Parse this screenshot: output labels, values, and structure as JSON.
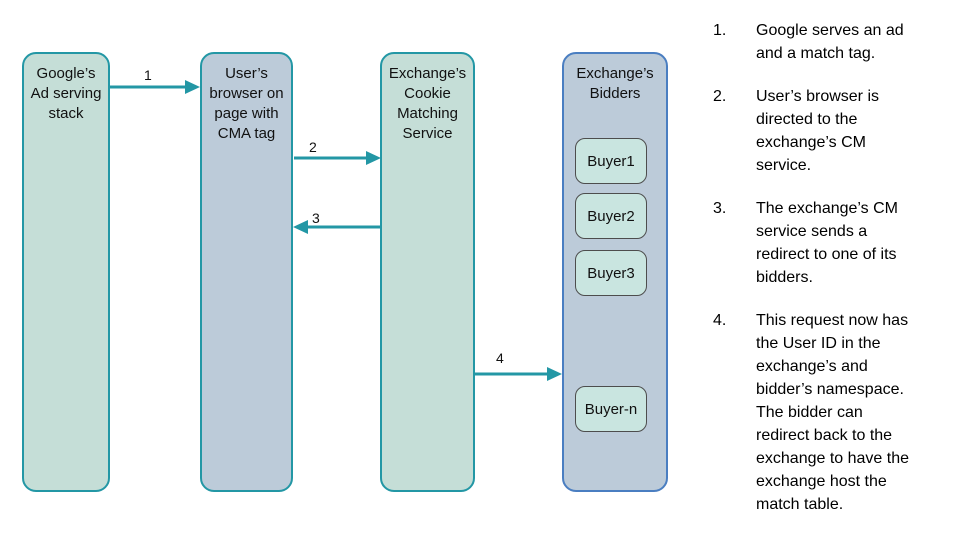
{
  "colors": {
    "teal_border": "#2397a5",
    "blue_border": "#4a7ec1",
    "green_fill": "#c5ded7",
    "blue_fill": "#bccbd9",
    "buyer_fill": "#c9e5e0",
    "buyer_border": "#4d4d4d",
    "arrow": "#2397a5",
    "text": "#111111"
  },
  "diagram": {
    "nodes": [
      {
        "title": "Google’s\nAd serving\nstack"
      },
      {
        "title": "User’s\nbrowser on\npage with\nCMA tag"
      },
      {
        "title": "Exchange’s\nCookie\nMatching\nService"
      },
      {
        "title": "Exchange’s\nBidders"
      }
    ],
    "buyers": [
      "Buyer1",
      "Buyer2",
      "Buyer3",
      "Buyer-n"
    ],
    "arrows": [
      {
        "label": "1"
      },
      {
        "label": "2"
      },
      {
        "label": "3"
      },
      {
        "label": "4"
      }
    ]
  },
  "notes": {
    "items": [
      {
        "number": "1.",
        "text": "Google serves an ad\nand a match tag."
      },
      {
        "number": "2.",
        "text": "User’s browser is\ndirected to the\nexchange’s CM\nservice."
      },
      {
        "number": "3.",
        "text": "The exchange’s CM\nservice sends a\nredirect to one of its\nbidders."
      },
      {
        "number": "4.",
        "text": "This request now has\nthe User ID in the\nexchange’s and\nbidder’s namespace.\nThe bidder can\nredirect back to the\nexchange to have the\nexchange host the\nmatch table."
      }
    ]
  }
}
